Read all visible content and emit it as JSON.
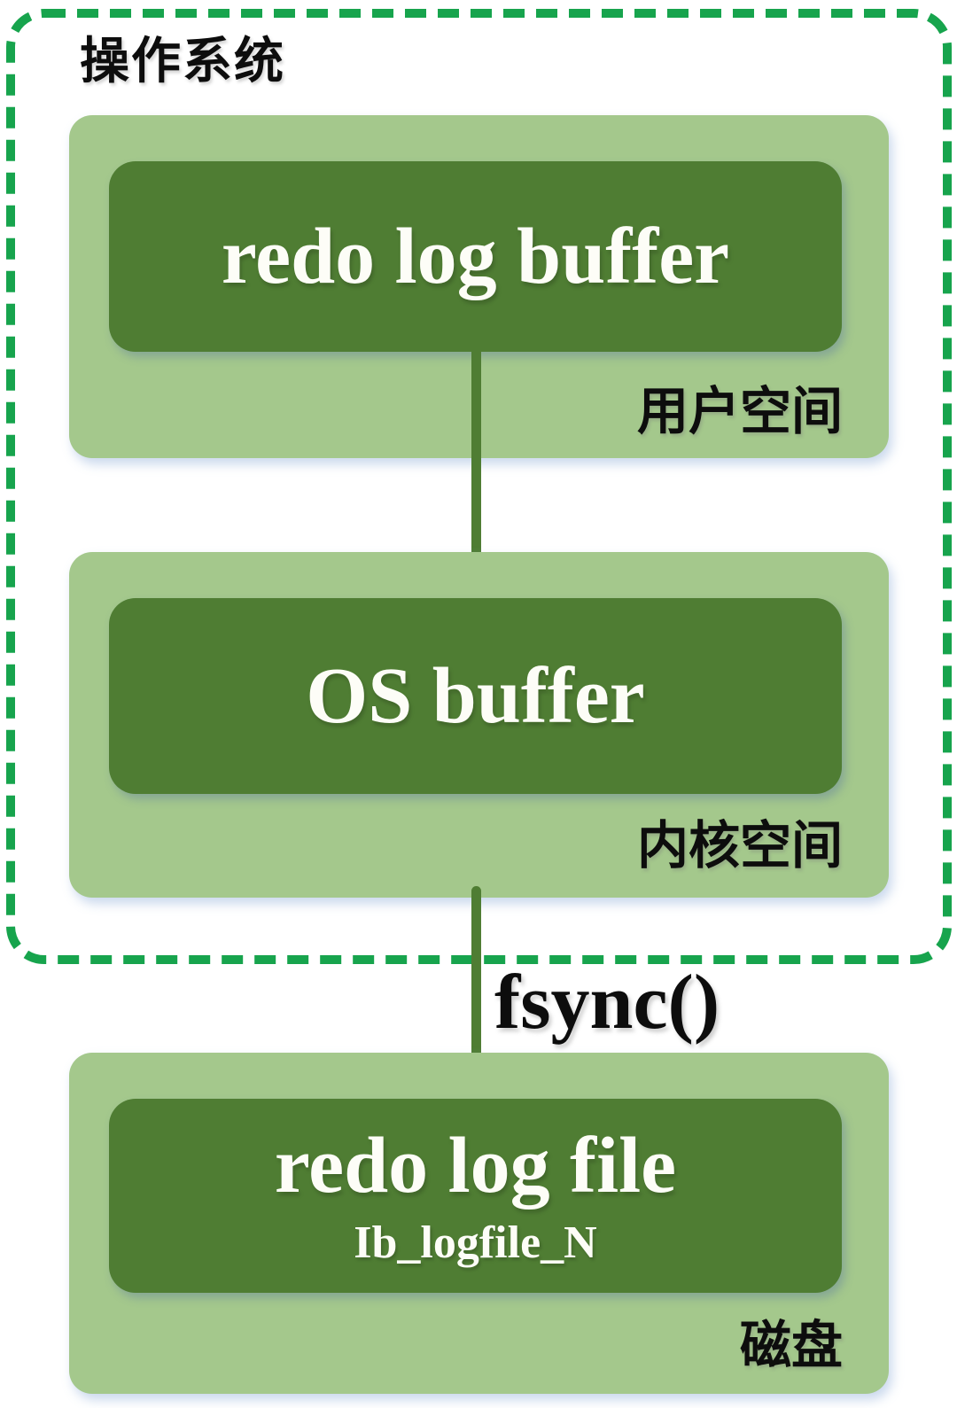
{
  "os_container": {
    "title": "操作系统"
  },
  "user_space": {
    "buffer_label": "redo log buffer",
    "space_label": "用户空间"
  },
  "kernel_space": {
    "buffer_label": "OS buffer",
    "space_label": "内核空间"
  },
  "disk": {
    "file_label": "redo log file",
    "file_sublabel": "Ib_logfile_N",
    "space_label": "磁盘"
  },
  "fsync_label": "fsync()",
  "colors": {
    "page_bg": "#ffffff",
    "dashed_border": "#17a44d",
    "light_green": "#a4c88c",
    "dark_green": "#4f7d33",
    "label_black": "#0d0d0d",
    "text_white": "#fdfdf7"
  }
}
